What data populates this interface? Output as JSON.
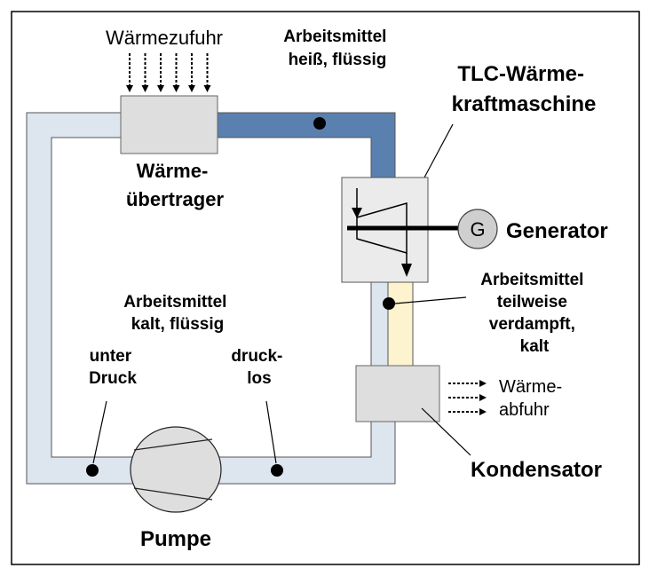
{
  "labels": {
    "heat_input": "Wärmezufuhr",
    "hot_fluid": [
      "Arbeitsmittel",
      "heiß, flüssig"
    ],
    "turbine": [
      "TLC-Wärme-",
      "kraftmaschine"
    ],
    "heat_exchanger": [
      "Wärme-",
      "übertrager"
    ],
    "generator_symbol": "G",
    "generator": "Generator",
    "partial_vapor": [
      "Arbeitsmittel",
      "teilweise",
      "verdampft,",
      "kalt"
    ],
    "cold_fluid": [
      "Arbeitsmittel",
      "kalt, flüssig"
    ],
    "under_pressure": [
      "unter",
      "Druck"
    ],
    "pressureless": [
      "druck-",
      "los"
    ],
    "heat_output": [
      "Wärme-",
      "abfuhr"
    ],
    "condenser": "Kondensator",
    "pump": "Pumpe"
  },
  "colors": {
    "cold_pipe": "#dde5ef",
    "hot_pipe": "#5a80b0",
    "vapor_pipe": "#fdf3cf",
    "component_fill": "#dedede",
    "turbine_fill": "#ebebeb",
    "generator_fill": "#cfcfcf"
  }
}
